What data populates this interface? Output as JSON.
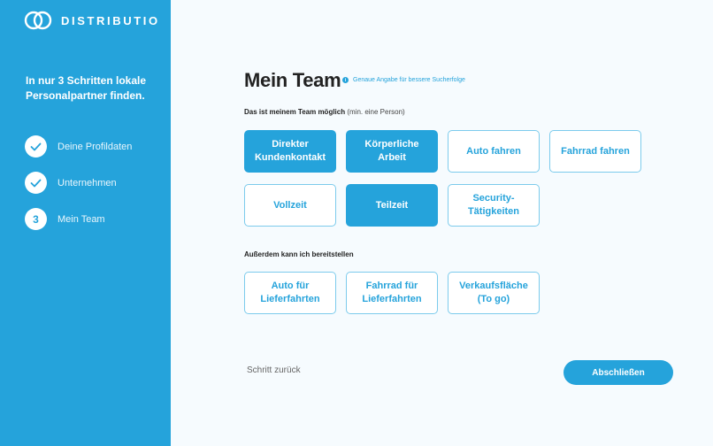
{
  "brand": {
    "name": "DISTRIBUTIO",
    "accent": "#25a3db"
  },
  "sidebar": {
    "tagline": "In nur 3 Schritten lokale Personalpartner finden.",
    "steps": [
      {
        "marker": "check",
        "label": "Deine Profildaten"
      },
      {
        "marker": "check",
        "label": "Unternehmen"
      },
      {
        "marker": "3",
        "label": "Mein Team"
      }
    ]
  },
  "main": {
    "title": "Mein Team",
    "hint": "Genaue Angabe für bessere Sucherfolge",
    "section1": {
      "label_bold": "Das ist meinem Team möglich",
      "label_muted": " (min. eine Person)",
      "options": [
        {
          "label": "Direkter Kundenkontakt",
          "selected": true
        },
        {
          "label": "Körperliche Arbeit",
          "selected": true
        },
        {
          "label": "Auto fahren",
          "selected": false
        },
        {
          "label": "Fahrrad fahren",
          "selected": false
        },
        {
          "label": "Vollzeit",
          "selected": false
        },
        {
          "label": "Teilzeit",
          "selected": true
        },
        {
          "label": "Security-Tätigkeiten",
          "selected": false
        }
      ]
    },
    "section2": {
      "label": "Außerdem kann ich bereitstellen",
      "options": [
        {
          "label": "Auto für Lieferfahrten",
          "selected": false
        },
        {
          "label": "Fahrrad für Lieferfahrten",
          "selected": false
        },
        {
          "label": "Verkaufsfläche (To go)",
          "selected": false
        }
      ]
    },
    "back_label": "Schritt zurück",
    "finish_label": "Abschließen"
  }
}
